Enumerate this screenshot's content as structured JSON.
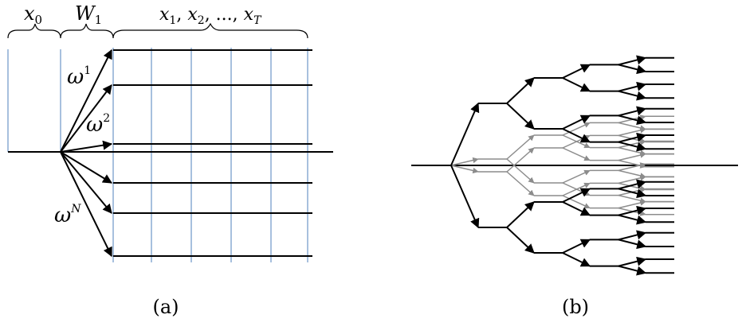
{
  "panel_a": {
    "caption": "(a)",
    "label_x0": {
      "base": "x",
      "sub": "0"
    },
    "label_w1": {
      "base": "W",
      "sub": "1"
    },
    "label_xs": {
      "t1": "x",
      "s1": "1",
      "c1": ", ",
      "t2": "x",
      "s2": "2",
      "c2": ", ..., ",
      "t3": "x",
      "s3": "T"
    },
    "omega_1": {
      "base": "ω",
      "sup": "1"
    },
    "omega_2": {
      "base": "ω",
      "sup": "2"
    },
    "omega_n": {
      "base": "ω",
      "sup": "N"
    }
  },
  "panel_b": {
    "caption": "(b)"
  },
  "colors": {
    "ink": "#000000",
    "grid_blue": "#4f81bd",
    "tree_gray": "#8c8c8c"
  }
}
